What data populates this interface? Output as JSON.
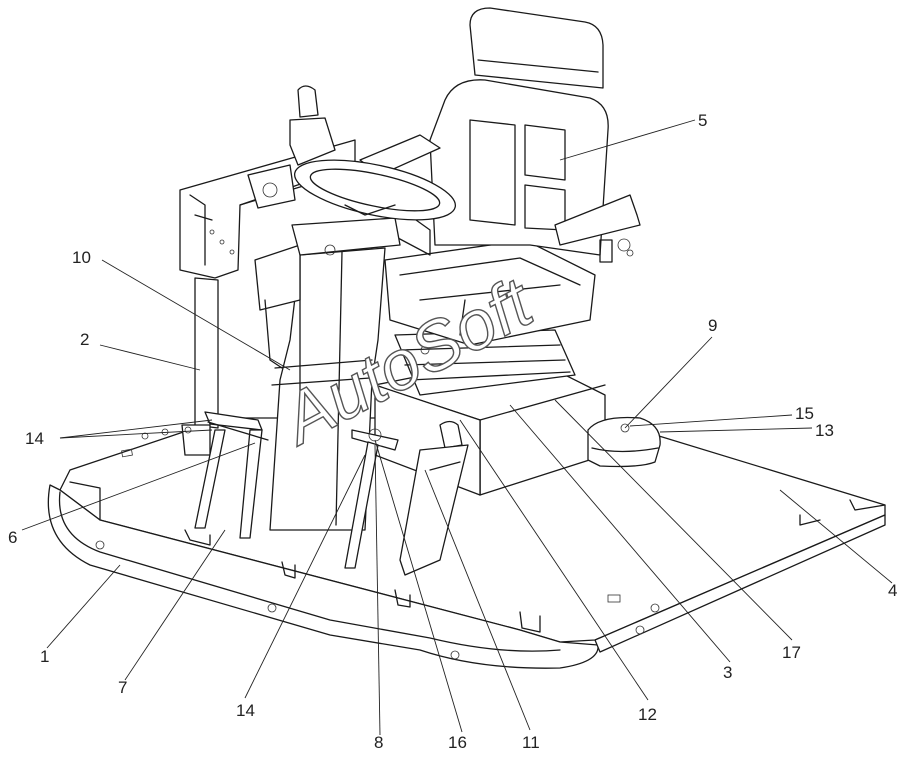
{
  "watermark": "AutoSoft",
  "callouts": [
    {
      "id": "1",
      "label": "1"
    },
    {
      "id": "2",
      "label": "2"
    },
    {
      "id": "3",
      "label": "3"
    },
    {
      "id": "4",
      "label": "4"
    },
    {
      "id": "5",
      "label": "5"
    },
    {
      "id": "6",
      "label": "6"
    },
    {
      "id": "7",
      "label": "7"
    },
    {
      "id": "8",
      "label": "8"
    },
    {
      "id": "9",
      "label": "9"
    },
    {
      "id": "10",
      "label": "10"
    },
    {
      "id": "11",
      "label": "11"
    },
    {
      "id": "12",
      "label": "12"
    },
    {
      "id": "13",
      "label": "13"
    },
    {
      "id": "14a",
      "label": "14"
    },
    {
      "id": "14b",
      "label": "14"
    },
    {
      "id": "15",
      "label": "15"
    },
    {
      "id": "16",
      "label": "16"
    },
    {
      "id": "17",
      "label": "17"
    }
  ]
}
